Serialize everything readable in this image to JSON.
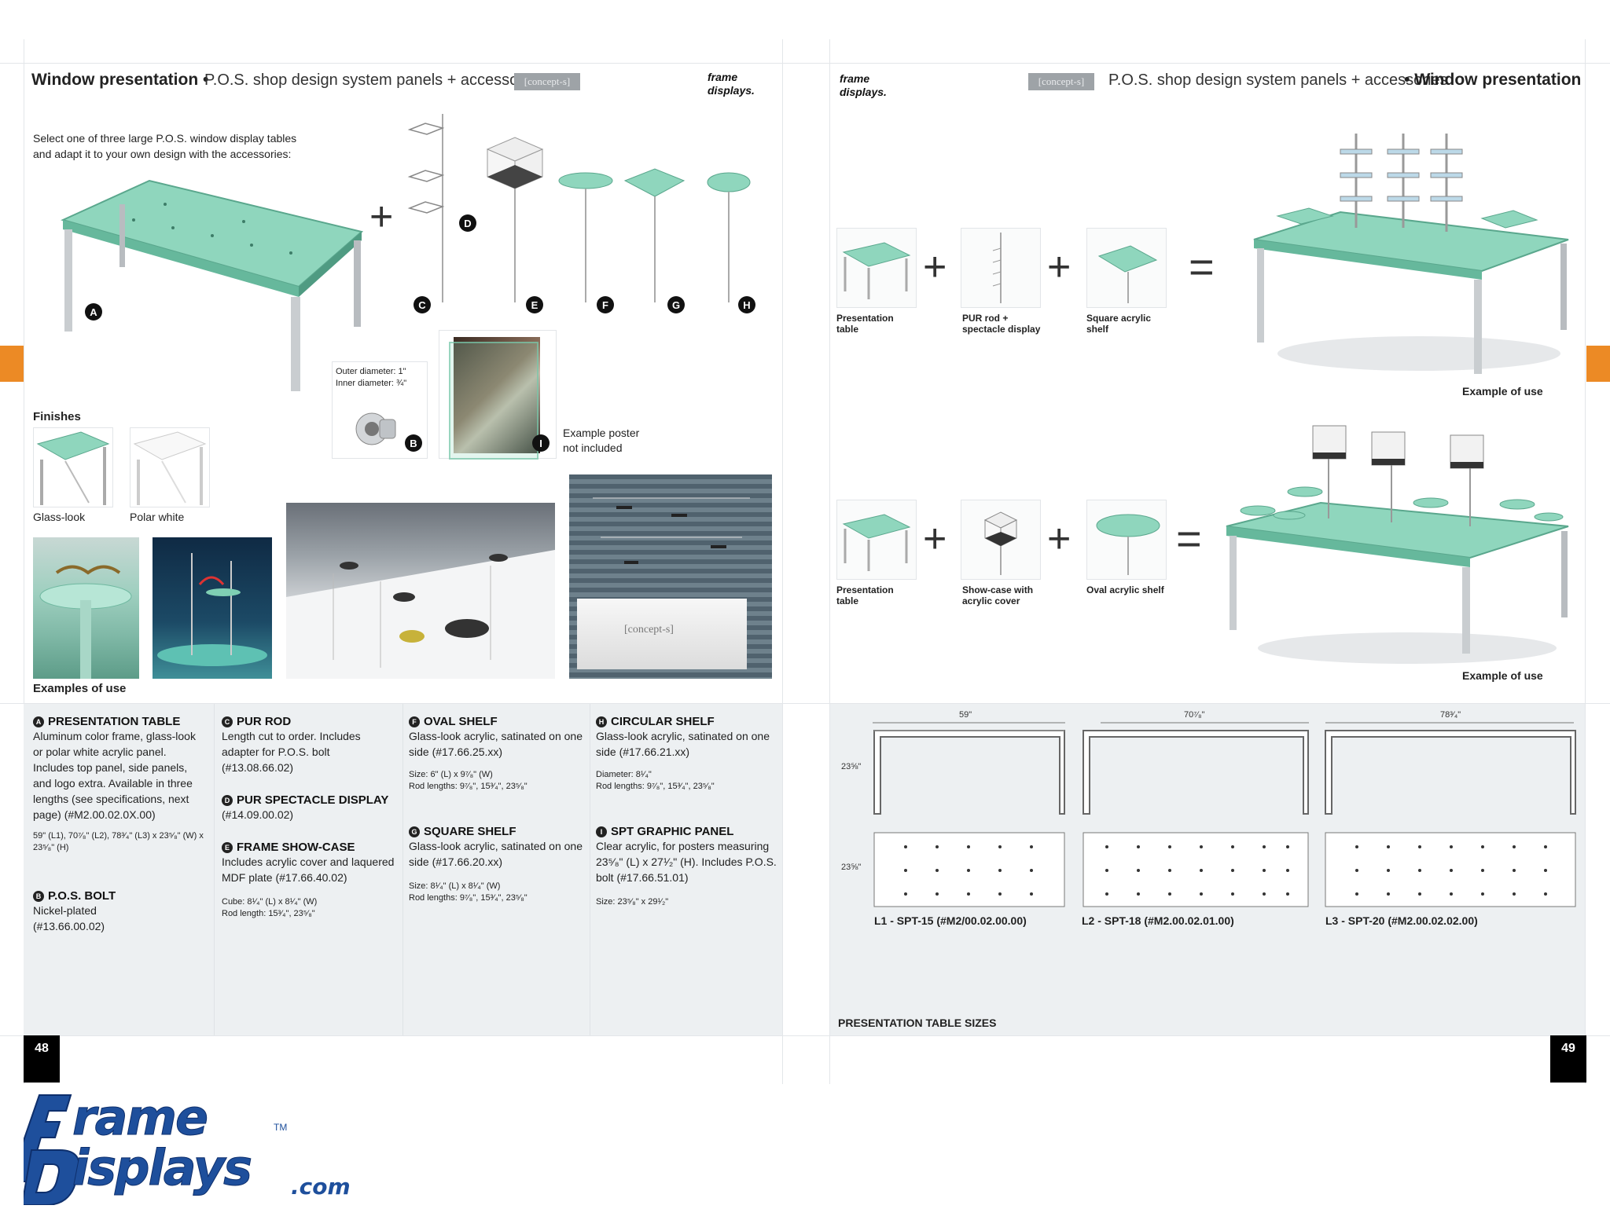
{
  "left_page": {
    "title": "Window presentation",
    "bullet": "•",
    "subtitle": "P.O.S. shop design system panels + accessories",
    "concept_tag": "[concept-s]",
    "logo_text": "Frame Displays.",
    "intro": "Select one of three large P.O.S. window display tables and adapt it to your own design with the accessories:",
    "badges": [
      "A",
      "B",
      "C",
      "D",
      "E",
      "F",
      "G",
      "H",
      "I"
    ],
    "bolt_label": "Outer diameter: 1\"\nInner diameter: ¾\"",
    "poster_caption": "Example poster not included",
    "finishes_title": "Finishes",
    "finish_glass": "Glass-look",
    "finish_white": "Polar white",
    "examples_title": "Examples of use",
    "photo_concept": "[concept-s]",
    "page_number": "48"
  },
  "specs": [
    [
      {
        "badge": "A",
        "title": "PRESENTATION TABLE",
        "body": "Aluminum color frame, glass-look or polar white acrylic panel. Includes top panel, side panels, and logo extra. Available in three lengths (see specifications, next page) (#M2.00.02.0X.00)",
        "size": "59\" (L1), 70⁷⁄₈\" (L2), 78³⁄₄\" (L3) x 23⁵⁄₈\" (W) x 23⁵⁄₈\" (H)"
      },
      {
        "badge": "B",
        "title": "P.O.S. BOLT",
        "body": "Nickel-plated (#13.66.00.02)",
        "size": ""
      }
    ],
    [
      {
        "badge": "C",
        "title": "PUR ROD",
        "body": "Length cut to order. Includes adapter for P.O.S. bolt (#13.08.66.02)",
        "size": ""
      },
      {
        "badge": "D",
        "title": "PUR SPECTACLE DISPLAY",
        "body": "(#14.09.00.02)",
        "size": ""
      },
      {
        "badge": "E",
        "title": "FRAME SHOW-CASE",
        "body": "Includes acrylic cover and laquered MDF plate (#17.66.40.02)",
        "size": "Cube: 8¹⁄₄\" (L) x 8¹⁄₄\" (W)\nRod length: 15³⁄₄\", 23⁵⁄₈\""
      }
    ],
    [
      {
        "badge": "F",
        "title": "OVAL SHELF",
        "body": "Glass-look acrylic, satinated on one side (#17.66.25.xx)",
        "size": "Size: 6\" (L) x 9⁷⁄₈\" (W)\nRod lengths: 9⁷⁄₈\", 15³⁄₄\", 23⁵⁄₈\""
      },
      {
        "badge": "G",
        "title": "SQUARE SHELF",
        "body": "Glass-look acrylic, satinated on one side (#17.66.20.xx)",
        "size": "Size: 8¹⁄₄\" (L) x 8¹⁄₄\" (W)\nRod lengths: 9⁷⁄₈\", 15³⁄₄\", 23⁵⁄₈\""
      }
    ],
    [
      {
        "badge": "H",
        "title": "CIRCULAR SHELF",
        "body": "Glass-look acrylic, satinated on one side (#17.66.21.xx)",
        "size": "Diameter: 8¹⁄₄\"\nRod lengths: 9⁷⁄₈\", 15³⁄₄\", 23⁵⁄₈\""
      },
      {
        "badge": "I",
        "title": "SPT GRAPHIC PANEL",
        "body": "Clear acrylic, for posters measuring 23⁵⁄₈\" (L) x 27¹⁄₂\" (H). Includes P.O.S. bolt (#17.66.51.01)",
        "size": "Size: 23⁵⁄₈\" x 29¹⁄₂\""
      }
    ]
  ],
  "right_page": {
    "concept_tag": "[concept-s]",
    "subtitle": "P.O.S. shop design system panels + accessories",
    "bullet": "•",
    "title": "Window presentation",
    "logo_text": "Frame Displays.",
    "row1": {
      "c1": "Presentation table",
      "c2": "PUR rod + spectacle display",
      "c3": "Square acrylic shelf",
      "example": "Example of use"
    },
    "row2": {
      "c1": "Presentation table",
      "c2": "Show-case with acrylic cover",
      "c3": "Oval acrylic shelf",
      "example": "Example of use"
    },
    "plus": "+",
    "equals": "=",
    "sizes": {
      "widths": [
        "59\"",
        "70⁷⁄₈\"",
        "78³⁄₄\""
      ],
      "height_top": "23⅝\"",
      "height_bottom": "23⅝\"",
      "labels": [
        "L1 - SPT-15 (#M2/00.02.00.00)",
        "L2 - SPT-18 (#M2.00.02.01.00)",
        "L3 - SPT-20 (#M2.00.02.02.00)"
      ],
      "title": "PRESENTATION TABLE SIZES"
    },
    "page_number": "49"
  },
  "brand": {
    "line1": "rame",
    "line2": "isplays",
    "com": ".com",
    "tm": "TM",
    "blue": "#1e4f9c",
    "light": "#8fb4e0"
  },
  "colors": {
    "accent_orange": "#ec8a25",
    "glass_green": "#7fcfb3",
    "panel_grey": "#edf0f2"
  }
}
